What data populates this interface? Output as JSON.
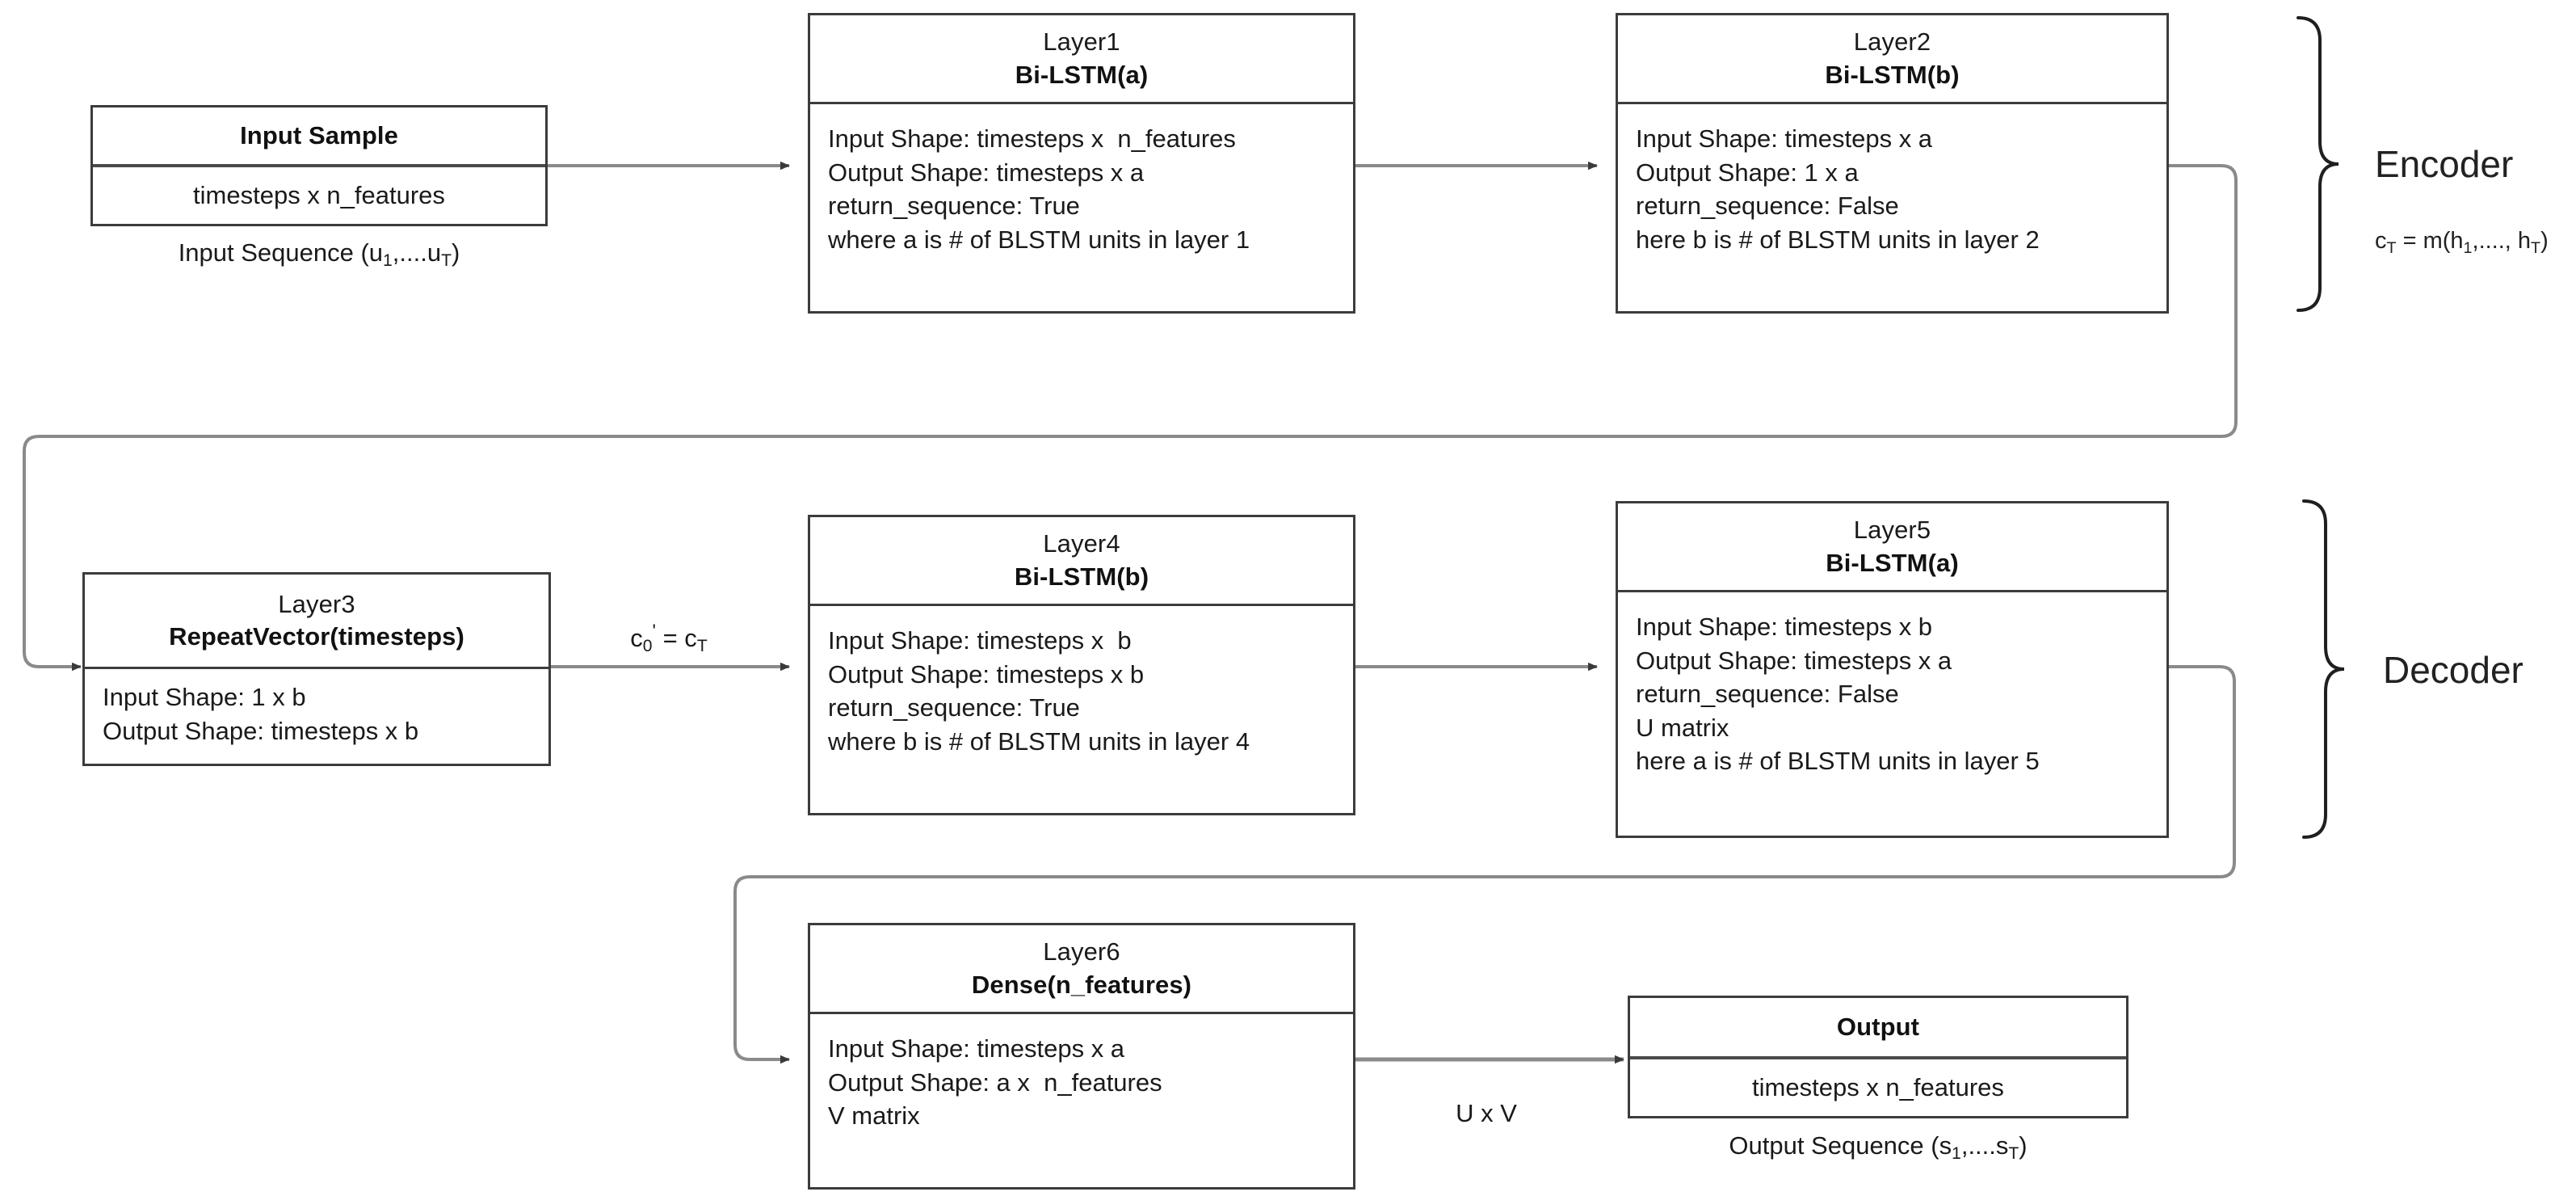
{
  "diagram": {
    "title": "Bi-LSTM Encoder-Decoder Autoencoder Architecture",
    "stroke_color": "#3c3c3c",
    "wire_color": "#808080",
    "text_color": "#1a1a1a"
  },
  "nodes": {
    "input_sample": {
      "head_main": "Input Sample",
      "body_lines": [
        "timesteps x n_features"
      ],
      "caption": "Input Sequence (u1,....uT)",
      "caption_base": "Input Sequence (u",
      "caption_sub1": "1",
      "caption_mid": ",....u",
      "caption_sub2": "T",
      "caption_end": ")"
    },
    "layer1": {
      "head_sub": "Layer1",
      "head_main": "Bi-LSTM(a)",
      "body_lines": [
        "Input Shape: timesteps x  n_features",
        "Output Shape: timesteps x a",
        "return_sequence: True",
        "where a is # of BLSTM units in layer 1"
      ]
    },
    "layer2": {
      "head_sub": "Layer2",
      "head_main": "Bi-LSTM(b)",
      "body_lines": [
        "Input Shape: timesteps x a",
        "Output Shape: 1 x a",
        "return_sequence: False",
        "here b is # of BLSTM units in layer 2"
      ]
    },
    "layer3": {
      "head_sub": "Layer3",
      "head_main": "RepeatVector(timesteps)",
      "body_lines": [
        "Input Shape: 1 x b",
        "Output Shape: timesteps x b"
      ]
    },
    "layer4": {
      "head_sub": "Layer4",
      "head_main": "Bi-LSTM(b)",
      "body_lines": [
        "Input Shape: timesteps x  b",
        "Output Shape: timesteps x b",
        "return_sequence: True",
        "where b is # of BLSTM units in layer 4"
      ]
    },
    "layer5": {
      "head_sub": "Layer5",
      "head_main": "Bi-LSTM(a)",
      "body_lines": [
        "Input Shape: timesteps x b",
        "Output Shape: timesteps x a",
        "return_sequence: False",
        "U matrix",
        "here a is # of BLSTM units in layer 5"
      ]
    },
    "layer6": {
      "head_sub": "Layer6",
      "head_main": "Dense(n_features)",
      "body_lines": [
        "Input Shape: timesteps x a",
        "Output Shape: a x  n_features",
        "V matrix"
      ]
    },
    "output": {
      "head_main": "Output",
      "body_lines": [
        "timesteps x n_features"
      ],
      "caption": "Output Sequence (s1,....sT)",
      "caption_base": "Output Sequence (s",
      "caption_sub1": "1",
      "caption_mid": ",....s",
      "caption_sub2": "T",
      "caption_end": ")"
    }
  },
  "edge_labels": {
    "c0_eq_cT_base": "c",
    "c0_eq_cT_sub": "0",
    "c0_eq_cT_prime": "'",
    "c0_eq_cT_mid": " = c",
    "c0_eq_cT_sub2": "T",
    "u_times_v": "U x V"
  },
  "groups": {
    "encoder": {
      "label": "Encoder",
      "formula_base": "c",
      "formula_sub1": "T",
      "formula_mid": " = m(h",
      "formula_sub2": "1",
      "formula_mid2": ",...., h",
      "formula_sub3": "T",
      "formula_end": ")"
    },
    "decoder": {
      "label": "Decoder"
    }
  }
}
